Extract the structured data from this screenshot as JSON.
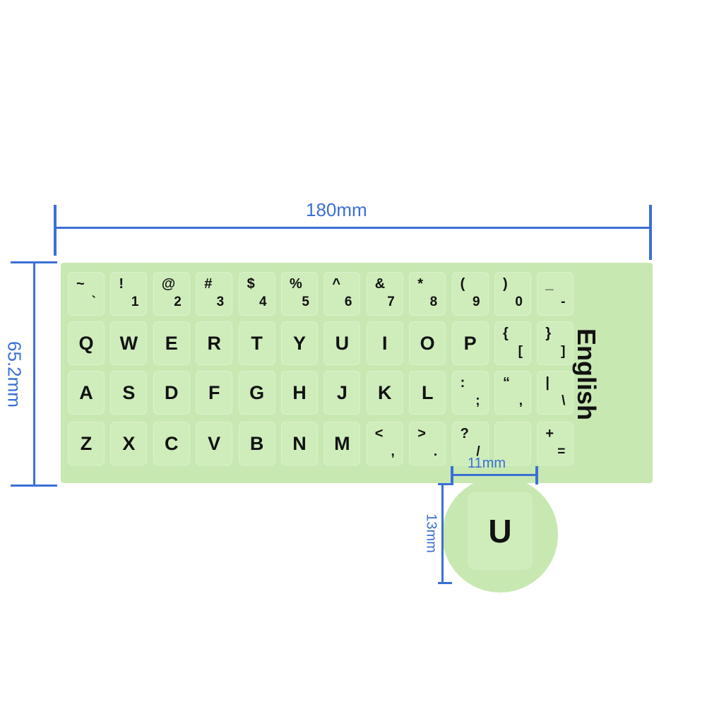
{
  "dimensions": {
    "width_label": "180mm",
    "height_label": "65.2mm",
    "key_width_label": "11mm",
    "key_height_label": "13mm"
  },
  "sheet": {
    "language_label": "English",
    "color": "#c8e8b2",
    "rows": [
      [
        {
          "top": "~",
          "bottom": "`"
        },
        {
          "top": "!",
          "bottom": "1"
        },
        {
          "top": "@",
          "bottom": "2"
        },
        {
          "top": "#",
          "bottom": "3"
        },
        {
          "top": "$",
          "bottom": "4"
        },
        {
          "top": "%",
          "bottom": "5"
        },
        {
          "top": "^",
          "bottom": "6"
        },
        {
          "top": "&",
          "bottom": "7"
        },
        {
          "top": "*",
          "bottom": "8"
        },
        {
          "top": "(",
          "bottom": "9"
        },
        {
          "top": ")",
          "bottom": "0"
        },
        {
          "top": "_",
          "bottom": "-"
        }
      ],
      [
        {
          "main": "Q"
        },
        {
          "main": "W"
        },
        {
          "main": "E"
        },
        {
          "main": "R"
        },
        {
          "main": "T"
        },
        {
          "main": "Y"
        },
        {
          "main": "U"
        },
        {
          "main": "I"
        },
        {
          "main": "O"
        },
        {
          "main": "P"
        },
        {
          "top": "{",
          "bottom": "["
        },
        {
          "top": "}",
          "bottom": "]"
        }
      ],
      [
        {
          "main": "A"
        },
        {
          "main": "S"
        },
        {
          "main": "D"
        },
        {
          "main": "F"
        },
        {
          "main": "G"
        },
        {
          "main": "H"
        },
        {
          "main": "J"
        },
        {
          "main": "K"
        },
        {
          "main": "L"
        },
        {
          "top": ":",
          "bottom": ";"
        },
        {
          "top": "“",
          "bottom": ","
        },
        {
          "top": "|",
          "bottom": "\\"
        }
      ],
      [
        {
          "main": "Z"
        },
        {
          "main": "X"
        },
        {
          "main": "C"
        },
        {
          "main": "V"
        },
        {
          "main": "B"
        },
        {
          "main": "N"
        },
        {
          "main": "M"
        },
        {
          "top": "<",
          "bottom": ","
        },
        {
          "top": ">",
          "bottom": "."
        },
        {
          "top": "?",
          "bottom": "/"
        },
        {},
        {
          "top": "+",
          "bottom": "="
        }
      ]
    ]
  },
  "callout": {
    "key": "U"
  },
  "colors": {
    "dimension_line": "#3b6fd6"
  }
}
